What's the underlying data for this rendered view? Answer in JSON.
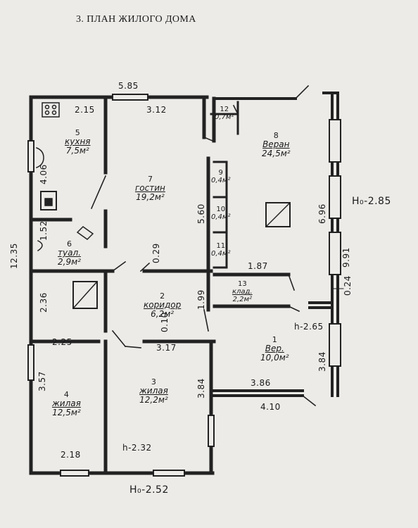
{
  "title": "3. ПЛАН ЖИЛОГО ДОМА",
  "rooms": [
    {
      "id": "1",
      "name": "Вер.",
      "area": "10,0м²"
    },
    {
      "id": "2",
      "name": "коридор",
      "area": "6,2м²"
    },
    {
      "id": "3",
      "name": "жилая",
      "area": "12,2м²"
    },
    {
      "id": "4",
      "name": "жилая",
      "area": "12,5м²"
    },
    {
      "id": "5",
      "name": "кухня",
      "area": "7,5м²"
    },
    {
      "id": "6",
      "name": "туал.",
      "area": "2,9м²"
    },
    {
      "id": "7",
      "name": "гостин",
      "area": "19,2м²"
    },
    {
      "id": "8",
      "name": "Веран",
      "area": "24,5м²"
    },
    {
      "id": "9",
      "name": "",
      "area": "0,4м²"
    },
    {
      "id": "10",
      "name": "",
      "area": "0,4м²"
    },
    {
      "id": "11",
      "name": "",
      "area": "0,4м²"
    },
    {
      "id": "12",
      "name": "",
      "area": "0,7м²"
    },
    {
      "id": "13",
      "name": "клад.",
      "area": "2,2м²"
    }
  ],
  "dimensions": {
    "top_total": "5.85",
    "kitchen_top": "2.15",
    "living_top": "3.12",
    "left_total": "12.35",
    "kitchen_side": "4.06",
    "toilet_side": "1.52",
    "hall_side": "2.36",
    "room4_side": "3.57",
    "room4_top": "2.25",
    "room4_bottom": "2.18",
    "room3_top": "3.17",
    "room3_side": "3.84",
    "corridor_side": "1.99",
    "living_side": "5.60",
    "toilet_door": "0.29",
    "corridor_gap": "0.10",
    "storage_top": "1.87",
    "veranda_side": "6.96",
    "right_total": "9.91",
    "right_gap": "0.24",
    "ver1_side": "3.84",
    "ver1_inner": "3.86",
    "ver1_bottom": "4.10",
    "room3_height": "h-2.32",
    "ver1_height": "h-2.65",
    "level_right": "H₀-2.85",
    "level_bottom": "H₀-2.52"
  }
}
